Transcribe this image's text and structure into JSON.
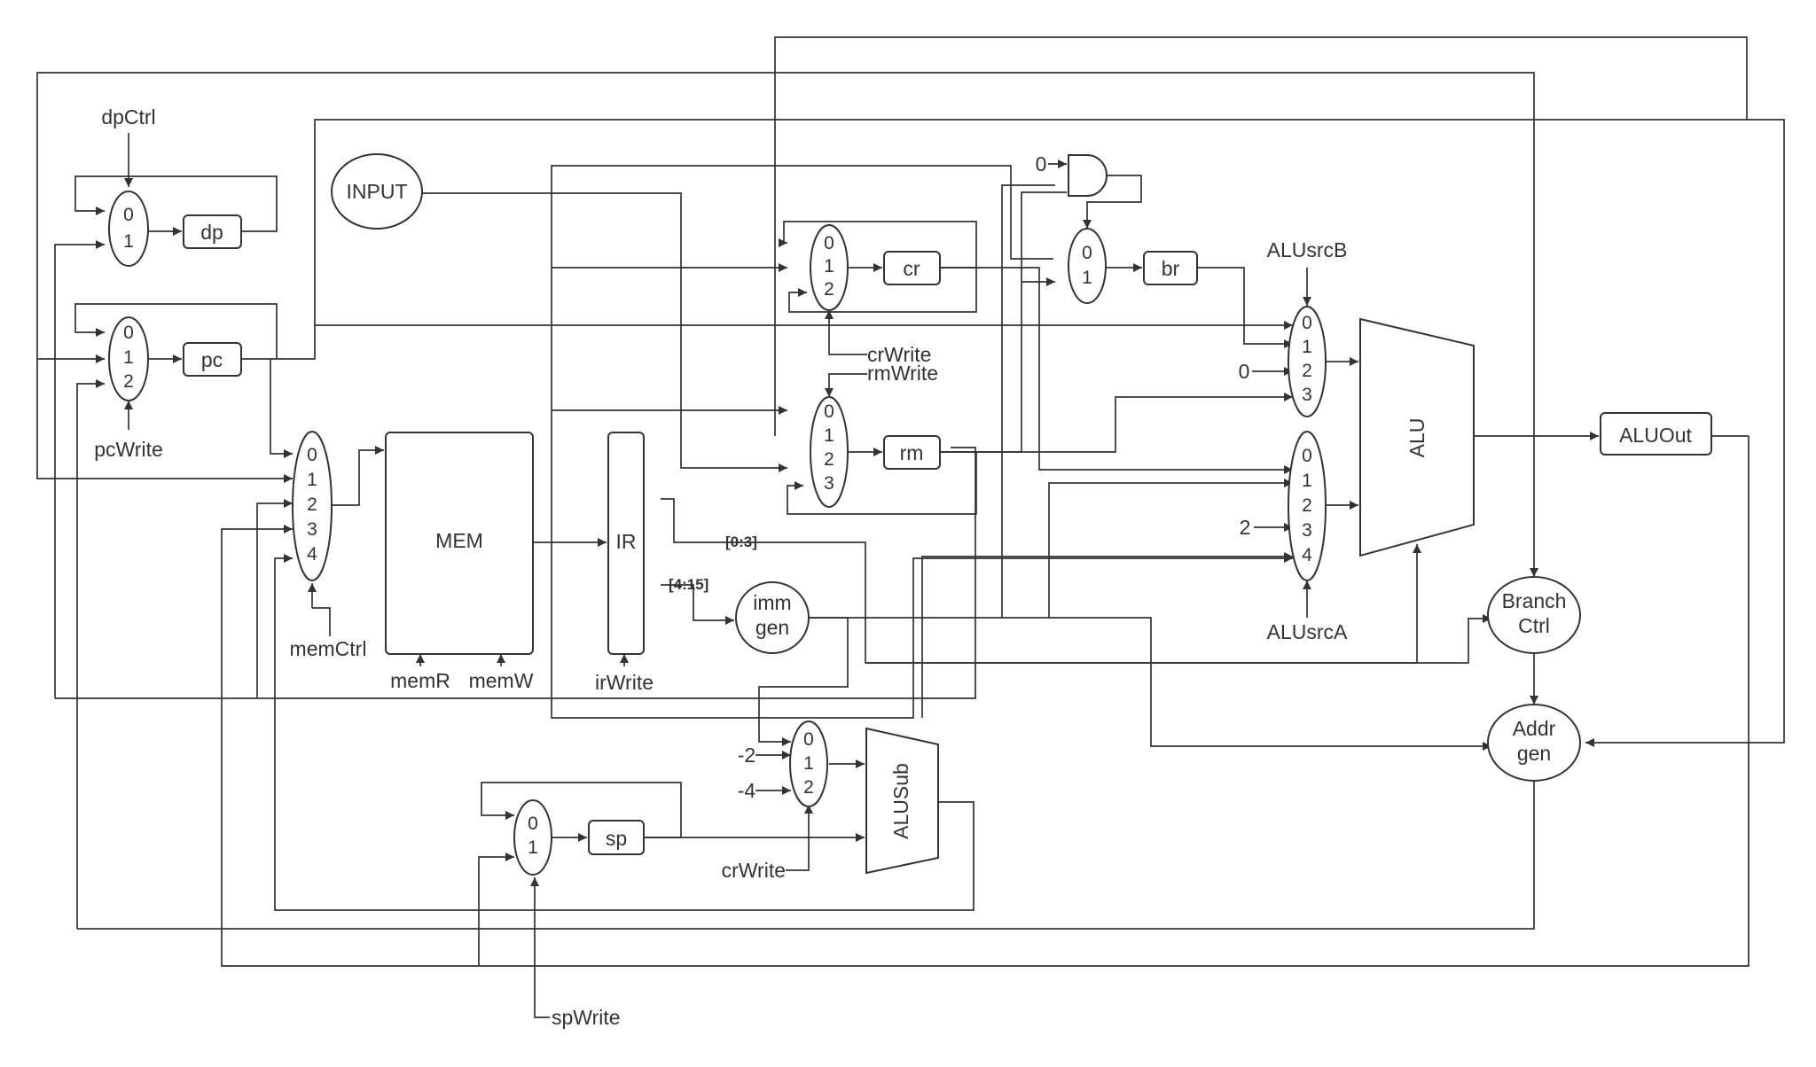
{
  "components": {
    "dp": "dp",
    "pc": "pc",
    "mem": "MEM",
    "ir": "IR",
    "imm": [
      "imm",
      "gen"
    ],
    "input": "INPUT",
    "cr": "cr",
    "rm": "rm",
    "br": "br",
    "sp": "sp",
    "alu": "ALU",
    "alusub": "ALUSub",
    "aluout": "ALUOut",
    "branch": [
      "Branch",
      "Ctrl"
    ],
    "addr": [
      "Addr",
      "gen"
    ]
  },
  "muxes": {
    "dp_mux": [
      "0",
      "1"
    ],
    "pc_mux": [
      "0",
      "1",
      "2"
    ],
    "mem_mux": [
      "0",
      "1",
      "2",
      "3",
      "4"
    ],
    "cr_mux": [
      "0",
      "1",
      "2"
    ],
    "rm_mux": [
      "0",
      "1",
      "2",
      "3"
    ],
    "br_mux": [
      "0",
      "1"
    ],
    "alub_mux": [
      "0",
      "1",
      "2",
      "3"
    ],
    "alua_mux": [
      "0",
      "1",
      "2",
      "3",
      "4"
    ],
    "sub_mux": [
      "0",
      "1",
      "2"
    ],
    "sp_mux": [
      "0",
      "1"
    ]
  },
  "signals": {
    "dpCtrl": "dpCtrl",
    "pcWrite": "pcWrite",
    "memCtrl": "memCtrl",
    "memR": "memR",
    "memW": "memW",
    "irWrite": "irWrite",
    "crWrite_top": "crWrite",
    "rmWrite": "rmWrite",
    "crWrite_bottom": "crWrite",
    "ALUsrcB": "ALUsrcB",
    "ALUsrcA": "ALUsrcA",
    "spWrite": "spWrite"
  },
  "constants": {
    "and_zero": "0",
    "alub_zero": "0",
    "alua_two": "2",
    "sub_neg2": "-2",
    "sub_neg4": "-4"
  },
  "bit_fields": {
    "low": "[0:3]",
    "high": "[4:15]"
  }
}
